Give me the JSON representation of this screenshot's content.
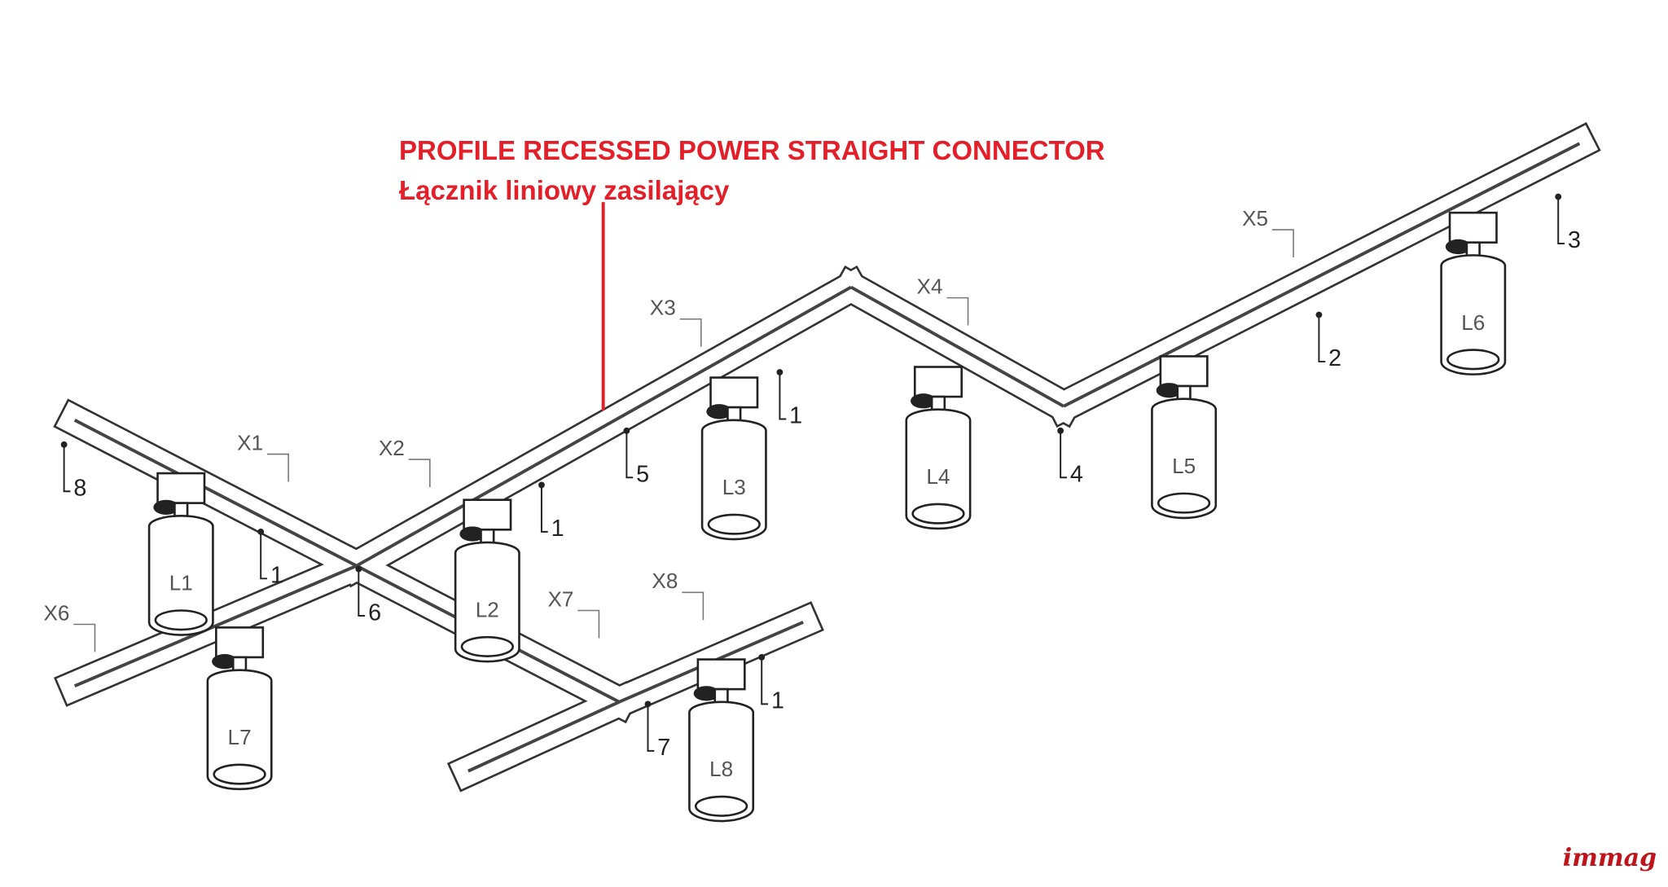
{
  "title": {
    "en": "PROFILE RECESSED POWER STRAIGHT CONNECTOR",
    "pl": "Łącznik liniowy zasilający"
  },
  "logo": "immag",
  "accent_color": "#e3202a",
  "segments": [
    "X1",
    "X2",
    "X3",
    "X4",
    "X5",
    "X6",
    "X7",
    "X8"
  ],
  "lamps": [
    "L1",
    "L2",
    "L3",
    "L4",
    "L5",
    "L6",
    "L7",
    "L8"
  ],
  "callouts": [
    "8",
    "1",
    "1",
    "5",
    "1",
    "4",
    "2",
    "3",
    "6",
    "1",
    "7"
  ]
}
